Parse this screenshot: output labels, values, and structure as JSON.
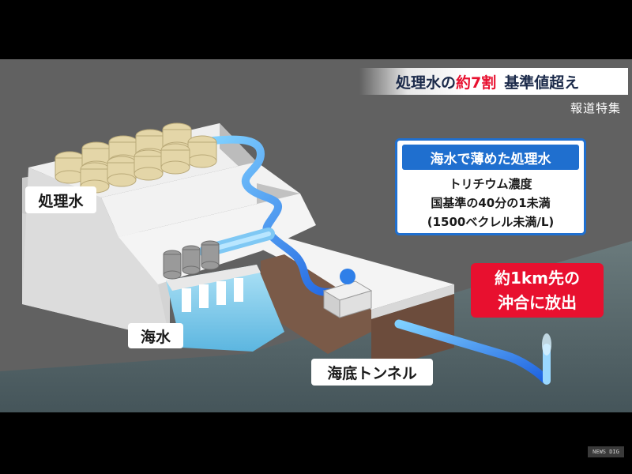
{
  "headline": {
    "part1": "処理水の",
    "highlight": "約7割",
    "part2": "基準値超え"
  },
  "corner_label": "報道特集",
  "labels": {
    "treated_water": "処理水",
    "seawater": "海水",
    "tunnel": "海底トンネル"
  },
  "info_box": {
    "title": "海水で薄めた処理水",
    "line1": "トリチウム濃度",
    "line2": "国基準の40分の1未満",
    "line3": "(1500ベクレル未満/L)"
  },
  "callout": {
    "line1": "約1km先の",
    "line2": "沖合に放出"
  },
  "watermark": "NEWS DIG",
  "colors": {
    "headline_accent": "#e8102f",
    "info_blue": "#1f6fcf",
    "callout_red": "#e8102f",
    "pipe_blue": "#2f7fe8",
    "sea": "#5a6a6c"
  }
}
